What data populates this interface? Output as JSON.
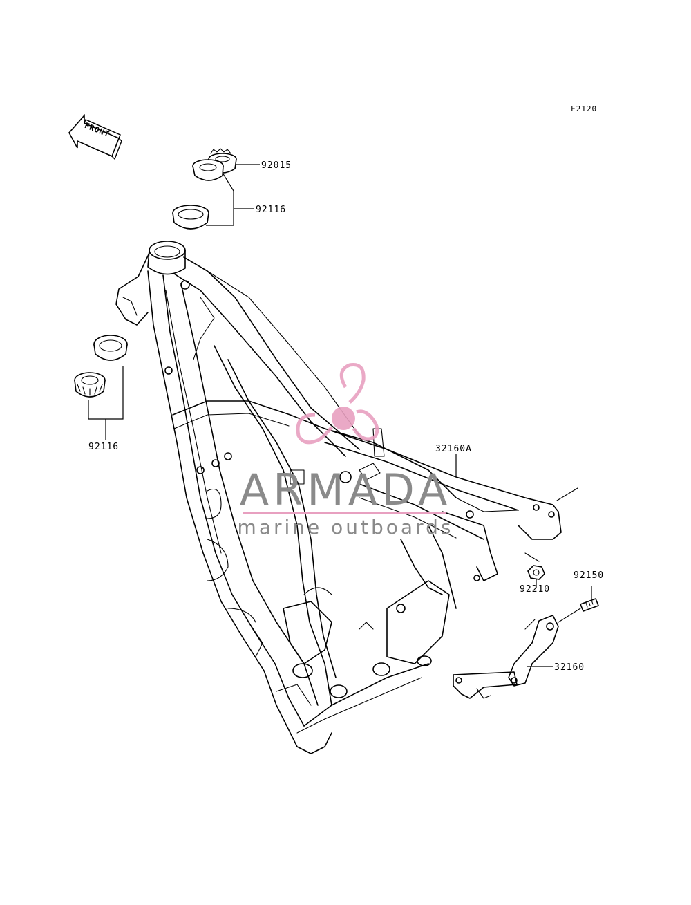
{
  "figure_code": "F2120",
  "front_arrow_text": "FRONT",
  "watermark": {
    "brand": "ARMADA",
    "tagline": "marine outboards",
    "color_main": "#8a8a8a",
    "color_accent": "#e8a0c0"
  },
  "parts": [
    {
      "id": "p-92015",
      "number": "92015"
    },
    {
      "id": "p-92116-top",
      "number": "92116"
    },
    {
      "id": "p-92116-bottom",
      "number": "92116"
    },
    {
      "id": "p-32160A",
      "number": "32160A"
    },
    {
      "id": "p-92210",
      "number": "92210"
    },
    {
      "id": "p-92150",
      "number": "92150"
    },
    {
      "id": "p-32160",
      "number": "32160"
    }
  ]
}
